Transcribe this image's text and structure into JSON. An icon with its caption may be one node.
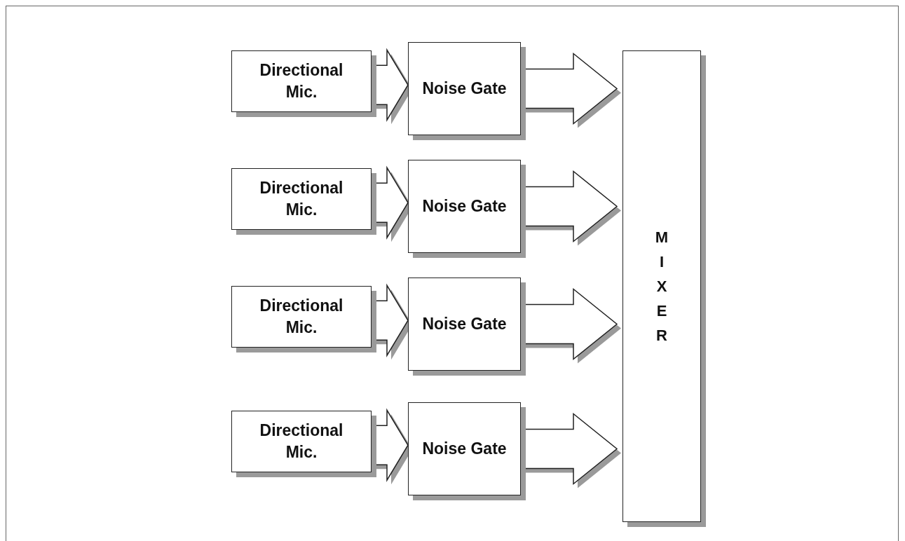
{
  "diagram": {
    "nodes": [
      {
        "text": [
          "Directional Mic."
        ]
      },
      {
        "text": [
          "Noise Gate"
        ]
      },
      {
        "text": [
          "Directional Mic."
        ]
      },
      {
        "text": [
          "Noise Gate"
        ]
      },
      {
        "text": [
          "Directional Mic."
        ]
      },
      {
        "text": [
          "Noise Gate"
        ]
      },
      {
        "text": [
          "Directional Mic."
        ]
      },
      {
        "text": [
          "Noise Gate"
        ]
      },
      {
        "text": [
          "MIXER"
        ]
      }
    ],
    "edges": [
      {
        "from": 0,
        "to": 1,
        "arrow": "to"
      },
      {
        "from": 1,
        "to": 8,
        "arrow": "to"
      },
      {
        "from": 2,
        "to": 3,
        "arrow": "to"
      },
      {
        "from": 3,
        "to": 8,
        "arrow": "to"
      },
      {
        "from": 4,
        "to": 5,
        "arrow": "to"
      },
      {
        "from": 5,
        "to": 8,
        "arrow": "to"
      },
      {
        "from": 6,
        "to": 7,
        "arrow": "to"
      },
      {
        "from": 7,
        "to": 8,
        "arrow": "to"
      }
    ]
  }
}
